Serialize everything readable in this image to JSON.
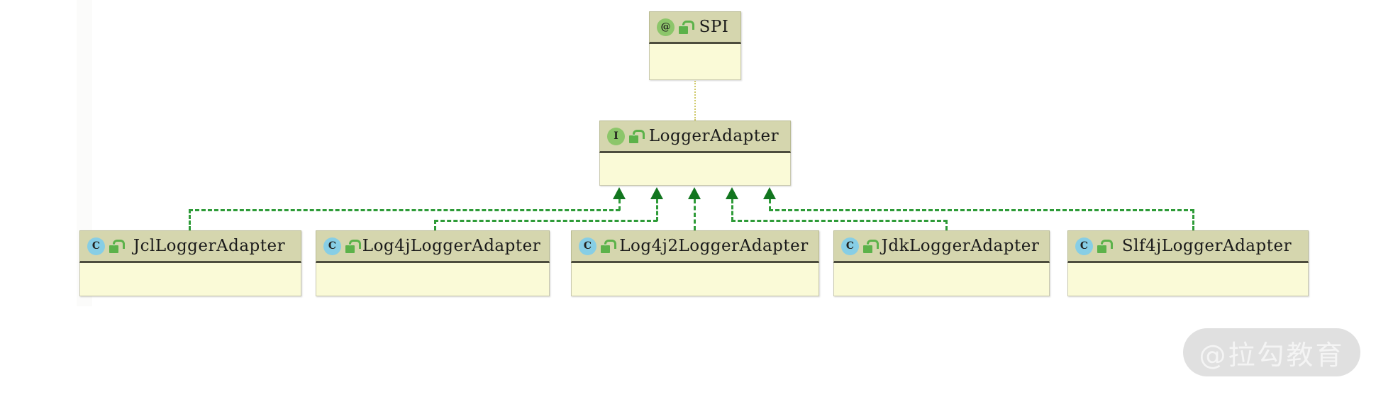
{
  "diagram": {
    "type": "uml-class-diagram",
    "title": "LoggerAdapter SPI hierarchy",
    "background_color": "#ffffff",
    "header_color": "#d5d6ae",
    "body_color": "#fafad7",
    "edge_color": "#2e9b38",
    "annotation_link_color": "#cfc96a"
  },
  "nodes": {
    "spi": {
      "name": "SPI",
      "stereotype": "annotation",
      "icon": "annotation-at-icon",
      "icon_glyph": "@",
      "icon_color": "#8cc66a",
      "visibility_icon": "unlock-icon",
      "visibility": "public",
      "members": []
    },
    "logger_adapter": {
      "name": "LoggerAdapter",
      "stereotype": "interface",
      "icon": "interface-icon",
      "icon_glyph": "I",
      "icon_color": "#8cc66a",
      "visibility_icon": "unlock-icon",
      "visibility": "public",
      "members": []
    },
    "implementations": [
      {
        "name": "JclLoggerAdapter",
        "stereotype": "class",
        "icon": "class-icon",
        "icon_glyph": "C",
        "icon_color": "#87cee5",
        "visibility_icon": "unlock-icon",
        "visibility": "public",
        "members": []
      },
      {
        "name": "Log4jLoggerAdapter",
        "stereotype": "class",
        "icon": "class-icon",
        "icon_glyph": "C",
        "icon_color": "#87cee5",
        "visibility_icon": "unlock-icon",
        "visibility": "public",
        "members": []
      },
      {
        "name": "Log4j2LoggerAdapter",
        "stereotype": "class",
        "icon": "class-icon",
        "icon_glyph": "C",
        "icon_color": "#87cee5",
        "visibility_icon": "unlock-icon",
        "visibility": "public",
        "members": []
      },
      {
        "name": "JdkLoggerAdapter",
        "stereotype": "class",
        "icon": "class-icon",
        "icon_glyph": "C",
        "icon_color": "#87cee5",
        "visibility_icon": "unlock-icon",
        "visibility": "public",
        "members": []
      },
      {
        "name": "Slf4jLoggerAdapter",
        "stereotype": "class",
        "icon": "class-icon",
        "icon_glyph": "C",
        "icon_color": "#87cee5",
        "visibility_icon": "unlock-icon",
        "visibility": "public",
        "members": []
      }
    ]
  },
  "edges": [
    {
      "from": "SPI",
      "to": "LoggerAdapter",
      "style": "dotted",
      "kind": "annotation"
    },
    {
      "from": "JclLoggerAdapter",
      "to": "LoggerAdapter",
      "style": "dashed",
      "kind": "realization"
    },
    {
      "from": "Log4jLoggerAdapter",
      "to": "LoggerAdapter",
      "style": "dashed",
      "kind": "realization"
    },
    {
      "from": "Log4j2LoggerAdapter",
      "to": "LoggerAdapter",
      "style": "dashed",
      "kind": "realization"
    },
    {
      "from": "JdkLoggerAdapter",
      "to": "LoggerAdapter",
      "style": "dashed",
      "kind": "realization"
    },
    {
      "from": "Slf4jLoggerAdapter",
      "to": "LoggerAdapter",
      "style": "dashed",
      "kind": "realization"
    }
  ],
  "watermark": {
    "text": "@拉勾教育"
  }
}
